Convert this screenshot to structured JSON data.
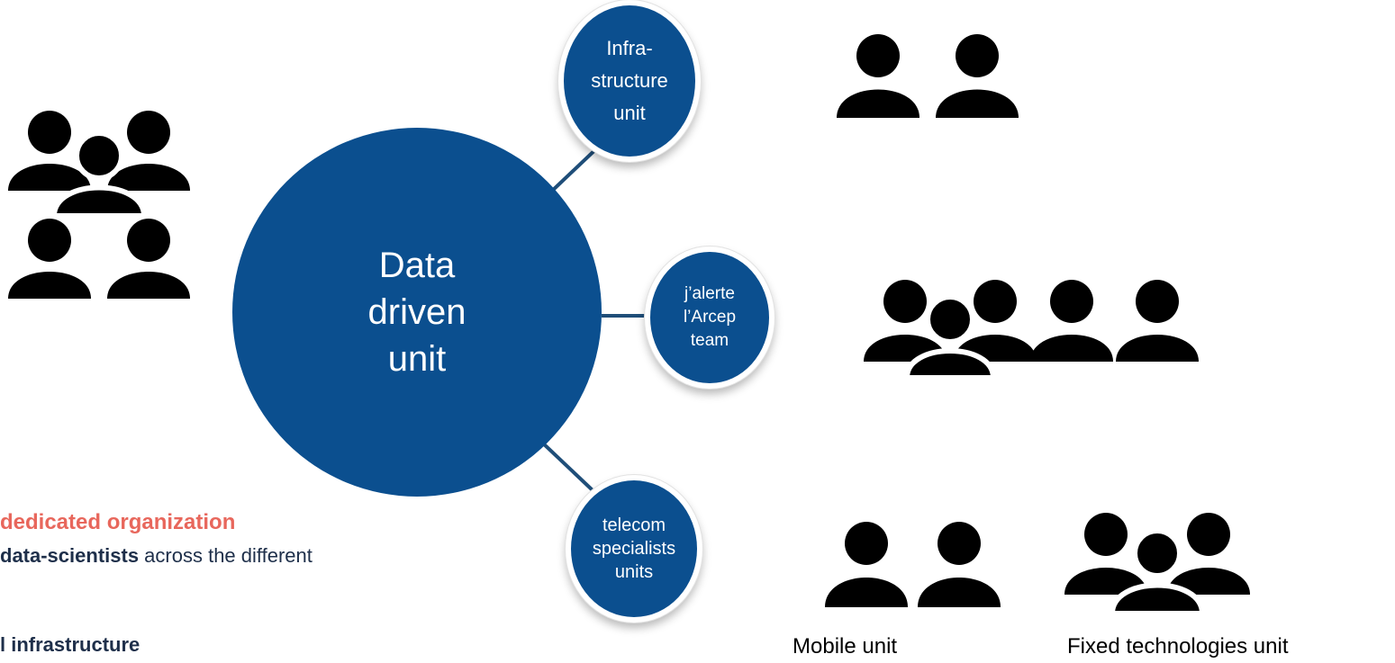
{
  "diagram": {
    "central_unit": {
      "lines": [
        "Data",
        "driven",
        "unit"
      ]
    },
    "nodes": [
      {
        "id": "infrastructure",
        "lines": [
          "Infra-",
          "structure",
          "unit"
        ]
      },
      {
        "id": "jalerte",
        "lines": [
          "j’alerte",
          "l’Arcep",
          "team"
        ]
      },
      {
        "id": "telecom",
        "lines": [
          "telecom",
          "specialists",
          "units"
        ]
      }
    ],
    "captions": {
      "mobile": "Mobile unit",
      "fixed": "Fixed technologies unit"
    },
    "colors": {
      "node_fill": "#0b4f8f",
      "connector": "#1f4e79",
      "heading_accent": "#e8675c",
      "body_text": "#1e2f4a"
    }
  },
  "notes": {
    "heading": "dedicated organization",
    "line_2": {
      "bold": "data-scientists",
      "rest": " across the different"
    },
    "line_3": {
      "prefix": "l ",
      "bold": "infrastructure"
    }
  },
  "icons": {
    "people_icon": "person-silhouette",
    "groups": [
      {
        "id": "left-group",
        "count": 5
      },
      {
        "id": "infra-group",
        "count": 2
      },
      {
        "id": "jalerte-group",
        "count": 5
      },
      {
        "id": "mobile-group",
        "count": 2
      },
      {
        "id": "fixed-group",
        "count": 3
      }
    ]
  }
}
